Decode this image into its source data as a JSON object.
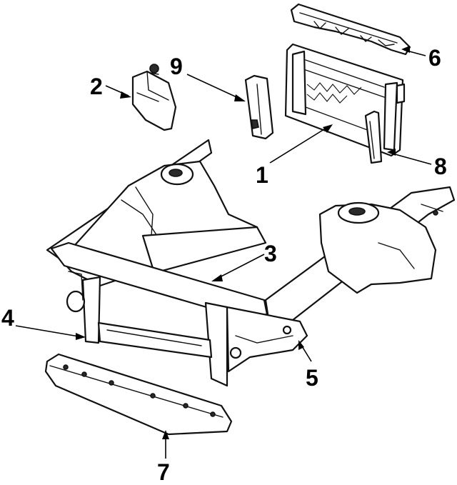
{
  "callouts": [
    {
      "id": "1",
      "label": "1"
    },
    {
      "id": "2",
      "label": "2"
    },
    {
      "id": "3",
      "label": "3"
    },
    {
      "id": "4",
      "label": "4"
    },
    {
      "id": "5",
      "label": "5"
    },
    {
      "id": "6",
      "label": "6"
    },
    {
      "id": "7",
      "label": "7"
    },
    {
      "id": "8",
      "label": "8"
    },
    {
      "id": "9",
      "label": "9"
    }
  ],
  "colors": {
    "ink": "#111111",
    "paper": "#ffffff"
  }
}
